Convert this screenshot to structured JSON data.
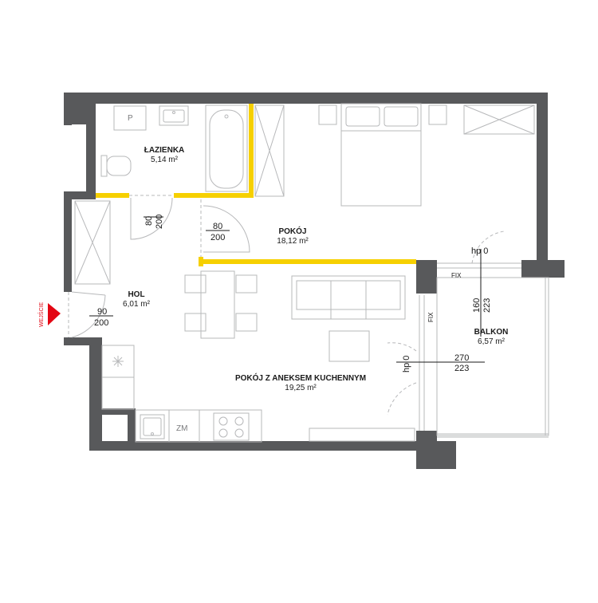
{
  "rooms": {
    "lazienka": {
      "name": "ŁAZIENKA",
      "area": "5,14 m²"
    },
    "pokoj": {
      "name": "POKÓJ",
      "area": "18,12 m²"
    },
    "hol": {
      "name": "HOL",
      "area": "6,01 m²"
    },
    "aneks": {
      "name": "POKÓJ Z ANEKSEM KUCHENNYM",
      "area": "19,25 m²"
    },
    "balkon": {
      "name": "BALKON",
      "area": "6,57 m²"
    }
  },
  "doors": {
    "bath": {
      "width": "80",
      "height": "200"
    },
    "room": {
      "width": "80",
      "height": "200"
    },
    "entrance": {
      "width": "90",
      "height": "200"
    },
    "balcony_window": {
      "width": "160",
      "height": "223"
    },
    "balcony_door": {
      "width": "270",
      "height": "223"
    }
  },
  "labels": {
    "entrance": "WEJŚCIE",
    "hp_top": "hp 0",
    "hp_side": "hp 0",
    "fix_top": "FIX",
    "fix_side": "FIX",
    "fridge": "ZM",
    "washer": "P"
  },
  "colors": {
    "wall": "#58595b",
    "highlight": "#f6d000",
    "entrance_marker": "#e30613"
  },
  "icons": {
    "hob": "hob-icon",
    "extractor": "extractor-icon",
    "bathtub": "bathtub-icon",
    "toilet": "toilet-icon"
  }
}
